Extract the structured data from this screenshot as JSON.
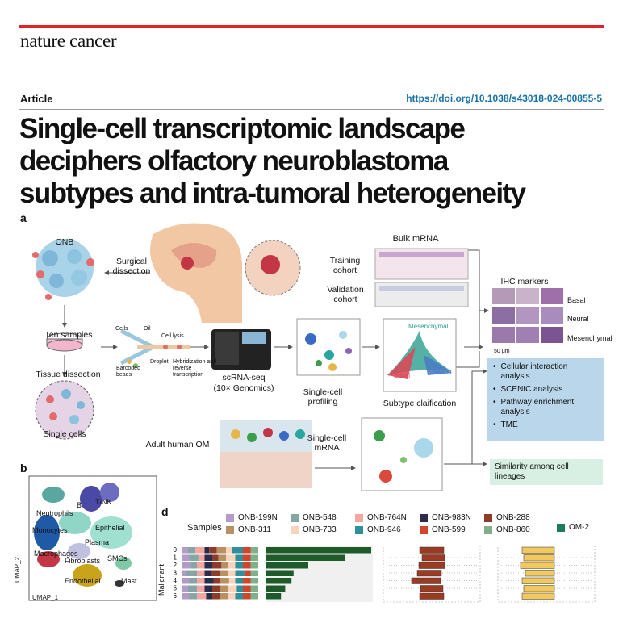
{
  "header": {
    "journal": "nature cancer",
    "article_type": "Article",
    "doi": "https://doi.org/10.1038/s43018-024-00855-5",
    "title_lines": [
      "Single-cell transcriptomic landscape",
      "deciphers olfactory neuroblastoma",
      "subtypes and intra-tumoral heterogeneity"
    ]
  },
  "panel_a": {
    "label": "a",
    "onb": "ONB",
    "surgical": "Surgical dissection",
    "ten_samples": "Ten samples",
    "tissue_dissection": "Tissue dissection",
    "single_cells": "Single cells",
    "cells": "Cells",
    "oil": "Oil",
    "cell_lysis": "Cell lysis",
    "barcoded_beads": "Barcoded beads",
    "droplet": "Droplet",
    "hybridization": "Hybridization and reverse transcription",
    "scrnaseq": "scRNA-seq",
    "genomics": "(10× Genomics)",
    "single_cell_profiling": "Single-cell profiling",
    "bulk_mrna": "Bulk mRNA",
    "training_cohort": "Training cohort",
    "validation_cohort": "Validation cohort",
    "mesenchymal": "Mesenchymal",
    "basal": "Basal",
    "neural": "Neural",
    "subtype_classification": "Subtype claification",
    "ihc_markers": "IHC markers",
    "ihc_rows": [
      "Basal",
      "Neural",
      "Mesenchymal"
    ],
    "scale": "50 μm",
    "analyses": [
      "Cellular interaction analysis",
      "SCENIC analysis",
      "Pathway enrichment analysis",
      "TME"
    ],
    "adult_om": "Adult human OM",
    "single_cell_mrna": "Single-cell mRNA",
    "similarity": "Similarity among cell lineages",
    "colors": {
      "mesenchymal": "#2a9d8f",
      "basal": "#d94a5a",
      "neural": "#4a7dc4"
    }
  },
  "panel_b": {
    "label": "b",
    "clusters": [
      "B",
      "T/NK",
      "Neutrophils",
      "Monocytes",
      "Epithelial",
      "Plasma",
      "Macrophages",
      "Fibroblasts",
      "SMCs",
      "Endothelial",
      "Mast"
    ],
    "xlabel": "UMAP_1",
    "ylabel": "UMAP_2"
  },
  "panel_d": {
    "label": "d",
    "samples_label": "Samples",
    "legend": [
      {
        "name": "ONB-199N",
        "color": "#b39ac8"
      },
      {
        "name": "ONB-548",
        "color": "#86a6a6"
      },
      {
        "name": "ONB-764N",
        "color": "#f2a7a0"
      },
      {
        "name": "ONB-983N",
        "color": "#2b2b4e"
      },
      {
        "name": "ONB-288",
        "color": "#8e3b2a"
      },
      {
        "name": "ONB-311",
        "color": "#b89062"
      },
      {
        "name": "ONB-733",
        "color": "#f8d3bd"
      },
      {
        "name": "ONB-946",
        "color": "#2f8f9d"
      },
      {
        "name": "ONB-599",
        "color": "#d2452b"
      },
      {
        "name": "ONB-860",
        "color": "#7fb08a"
      }
    ],
    "om_label": "OM-2",
    "om_color": "#1b7c5a",
    "ylabel": "Malignant",
    "rows": [
      "0",
      "1",
      "2",
      "3",
      "4",
      "5",
      "6"
    ]
  },
  "chart_data": {
    "type": "bar",
    "categories": [
      "0",
      "1",
      "2",
      "3",
      "4",
      "5",
      "6"
    ],
    "values": [
      100,
      75,
      40,
      26,
      24,
      18,
      14
    ],
    "ylabel": "Malignant"
  }
}
